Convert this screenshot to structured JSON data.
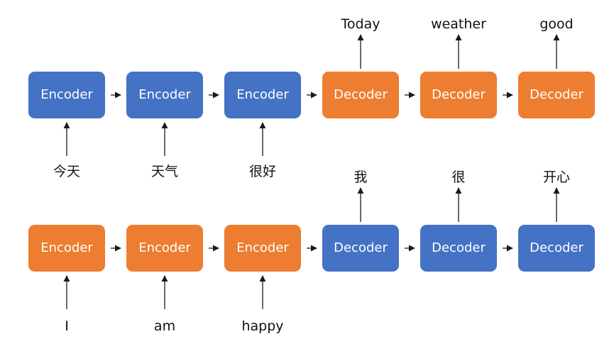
{
  "colors": {
    "blue": "#4472C4",
    "orange": "#ED7D31",
    "arrow": "#1a1a1a"
  },
  "rows": [
    {
      "boxes": [
        {
          "label": "Encoder",
          "color": "blue"
        },
        {
          "label": "Encoder",
          "color": "blue"
        },
        {
          "label": "Encoder",
          "color": "blue"
        },
        {
          "label": "Decoder",
          "color": "orange"
        },
        {
          "label": "Decoder",
          "color": "orange"
        },
        {
          "label": "Decoder",
          "color": "orange"
        }
      ],
      "inputs": [
        "今天",
        "天气",
        "很好"
      ],
      "outputs": [
        "Today",
        "weather",
        "good"
      ]
    },
    {
      "boxes": [
        {
          "label": "Encoder",
          "color": "orange"
        },
        {
          "label": "Encoder",
          "color": "orange"
        },
        {
          "label": "Encoder",
          "color": "orange"
        },
        {
          "label": "Decoder",
          "color": "blue"
        },
        {
          "label": "Decoder",
          "color": "blue"
        },
        {
          "label": "Decoder",
          "color": "blue"
        }
      ],
      "inputs": [
        "I",
        "am",
        "happy"
      ],
      "outputs": [
        "我",
        "很",
        "开心"
      ]
    }
  ]
}
